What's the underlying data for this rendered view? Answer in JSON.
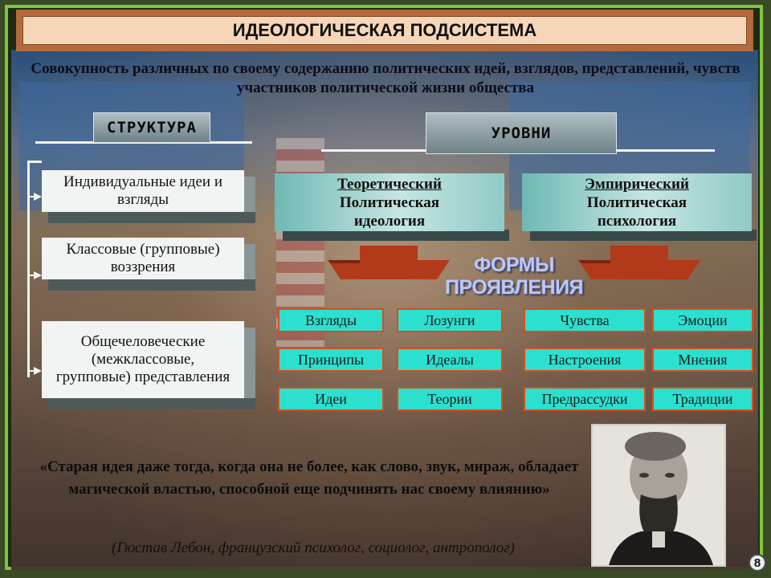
{
  "title": "ИДЕОЛОГИЧЕСКАЯ ПОДСИСТЕМА",
  "definition": "Совокупность различных по своему содержанию политических идей, взглядов, представлений, чувств участников политической жизни общества",
  "structure": {
    "heading": "СТРУКТУРА",
    "items": [
      "Индивидуальные идеи и взгляды",
      "Классовые (групповые) воззрения",
      "Общечеловеческие (межклассовые, групповые) представления"
    ]
  },
  "levels": {
    "heading": "УРОВНИ",
    "theoretical": {
      "name": "Теоретический",
      "line1": "Политическая",
      "line2": "идеология"
    },
    "empirical": {
      "name": "Эмпирический",
      "line1": "Политическая",
      "line2": "психология"
    }
  },
  "forms": {
    "heading_line1": "ФОРМЫ",
    "heading_line2": "ПРОЯВЛЕНИЯ",
    "theoretical": [
      "Взгляды",
      "Лозунги",
      "Принципы",
      "Идеалы",
      "Идеи",
      "Теории"
    ],
    "empirical": [
      "Чувства",
      "Эмоции",
      "Настроения",
      "Мнения",
      "Предрассудки",
      "Традиции"
    ]
  },
  "quote": {
    "text": "«Старая идея даже тогда, когда она не более, как слово, звук, мираж, обладает магической властью, способной еще подчинять нас своему влиянию»",
    "author": "(Гюстав Лебон, французский психолог, социолог, антрополог)"
  },
  "page_number": "8",
  "colors": {
    "frame": "#7ec63a",
    "title_bar": "#b46a3a",
    "form_fill": "#2be0cf",
    "form_border": "#d84d1f",
    "arrow": "#b23a1a"
  },
  "icons": {
    "portrait": "portrait-photo"
  }
}
